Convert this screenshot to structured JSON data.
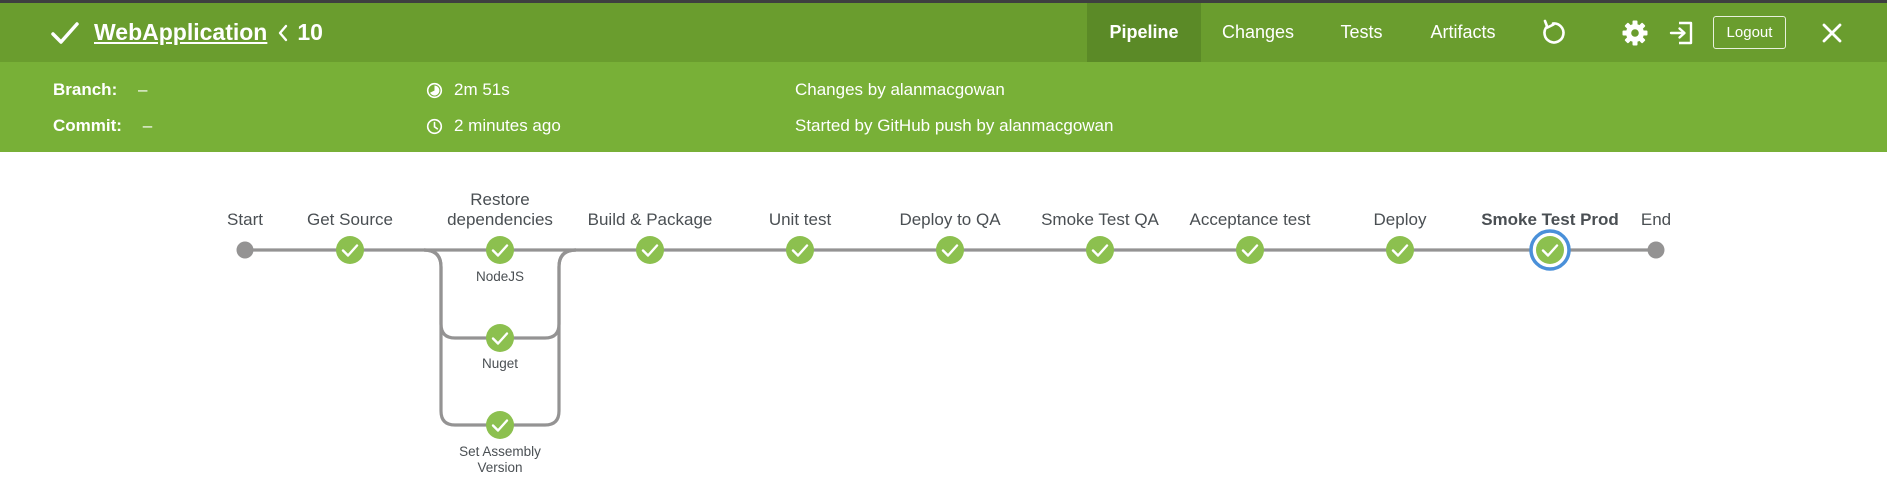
{
  "header": {
    "job_name": "WebApplication",
    "run_number": "10",
    "tabs": [
      {
        "label": "Pipeline",
        "active": true
      },
      {
        "label": "Changes",
        "active": false
      },
      {
        "label": "Tests",
        "active": false
      },
      {
        "label": "Artifacts",
        "active": false
      }
    ],
    "logout_label": "Logout",
    "icons": [
      "check-icon",
      "chevron-left-icon",
      "rerun-icon",
      "gear-icon",
      "exit-classic-icon",
      "close-icon"
    ]
  },
  "run_info": {
    "branch_label": "Branch:",
    "branch_value": "–",
    "commit_label": "Commit:",
    "commit_value": "–",
    "duration": "2m 51s",
    "started_ago": "2 minutes ago",
    "changes_text": "Changes by alanmacgowan",
    "cause_text": "Started by GitHub push by alanmacgowan"
  },
  "pipeline": {
    "stages": [
      {
        "label": "Start"
      },
      {
        "label": "Get Source"
      },
      {
        "label_line1": "Restore",
        "label_line2": "dependencies"
      },
      {
        "label": "Build & Package"
      },
      {
        "label": "Unit test"
      },
      {
        "label": "Deploy to QA"
      },
      {
        "label": "Smoke Test QA"
      },
      {
        "label": "Acceptance test"
      },
      {
        "label": "Deploy"
      },
      {
        "label": "Smoke Test Prod",
        "selected": true
      },
      {
        "label": "End"
      }
    ],
    "parallel_branches": [
      {
        "label": "NodeJS"
      },
      {
        "label": "Nuget"
      },
      {
        "label_line1": "Set Assembly",
        "label_line2": "Version"
      }
    ],
    "status": "success"
  },
  "colors": {
    "topbar": "#6a9d2e",
    "infobar": "#78b037",
    "success": "#8cc04f",
    "selected_ring": "#4a90d9",
    "connector": "#949393"
  }
}
